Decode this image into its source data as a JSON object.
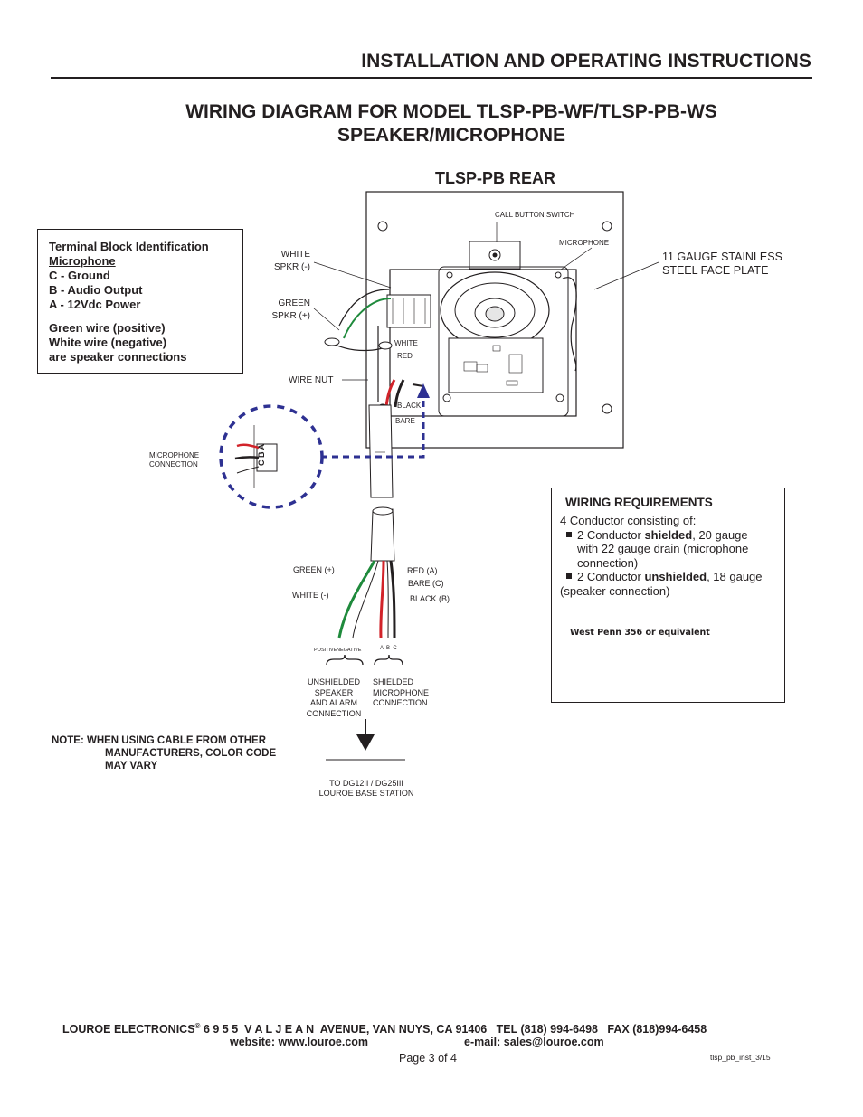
{
  "header": {
    "title": "INSTALLATION AND OPERATING INSTRUCTIONS"
  },
  "diagram_title": {
    "line1": "WIRING DIAGRAM FOR MODEL TLSP-PB-WF/TLSP-PB-WS",
    "line2": "SPEAKER/MICROPHONE"
  },
  "rear_title": "TLSP-PB REAR",
  "terminal_block": {
    "heading": "Terminal Block Identification",
    "subheading": "Microphone",
    "items": [
      "C - Ground",
      "B - Audio Output",
      "A - 12Vdc Power"
    ],
    "note_lines": [
      "Green wire (positive)",
      "White wire (negative)",
      "are speaker connections"
    ]
  },
  "labels": {
    "call_button_switch": "CALL BUTTON SWITCH",
    "microphone": "MICROPHONE",
    "face_plate_line1": "11 GAUGE STAINLESS",
    "face_plate_line2": "STEEL FACE PLATE",
    "white_spkr_line1": "WHITE",
    "white_spkr_line2": "SPKR (-)",
    "green_spkr_line1": "GREEN",
    "green_spkr_line2": "SPKR (+)",
    "wire_nut": "WIRE NUT",
    "white_small": "WHITE",
    "red_small": "RED",
    "black_small": "BLACK",
    "bare_small": "BARE",
    "mic_conn_line1": "MICROPHONE",
    "mic_conn_line2": "CONNECTION",
    "terminal_letters": "C B A",
    "green_plus": "GREEN (+)",
    "white_minus": "WHITE (-)",
    "red_a": "RED (A)",
    "bare_c": "BARE (C)",
    "black_b": "BLACK (B)",
    "positive": "POSITIVE",
    "negative": "NEGATIVE",
    "abc": "A  B  C",
    "unshielded_lines": [
      "UNSHIELDED",
      "SPEAKER",
      "AND ALARM",
      "CONNECTION"
    ],
    "shielded_lines": [
      "SHIELDED",
      "MICROPHONE",
      "CONNECTION"
    ],
    "to_line1": "TO DG12II / DG25III",
    "to_line2": "LOUROE BASE STATION"
  },
  "note": {
    "line1": "NOTE:  WHEN USING CABLE FROM OTHER",
    "line2": "MANUFACTURERS, COLOR CODE",
    "line3": "MAY VARY"
  },
  "wiring_requirements": {
    "heading": "WIRING REQUIREMENTS",
    "intro": "4 Conductor consisting of:",
    "item1_pre": "2 Conductor ",
    "item1_bold": "shielded",
    "item1_post": ", 20  gauge",
    "item1_line2": "with 22 gauge drain (microphone",
    "item1_line3": "connection)",
    "item2_pre": "2 Conductor ",
    "item2_bold": "unshielded",
    "item2_post": ", 18 gauge",
    "item2_line2": "(speaker connection)",
    "cable_label": "West Penn 356 or equivalent"
  },
  "footer": {
    "company": "LOUROE ELECTRONICS",
    "registered": "®",
    "address": "6 9 5 5  V A L J E A N  AVENUE, VAN NUYS, CA 91406   TEL (818) 994-6498   FAX (818)994-6458",
    "website": "website: www.louroe.com",
    "email": "e-mail: sales@louroe.com",
    "page": "Page 3 of 4",
    "doc_id": "tlsp_pb_inst_3/15"
  },
  "colors": {
    "dashed_accent": "#2e3192",
    "green_wire": "#1f8a3c",
    "red_wire": "#d2232a",
    "text": "#231f20"
  }
}
